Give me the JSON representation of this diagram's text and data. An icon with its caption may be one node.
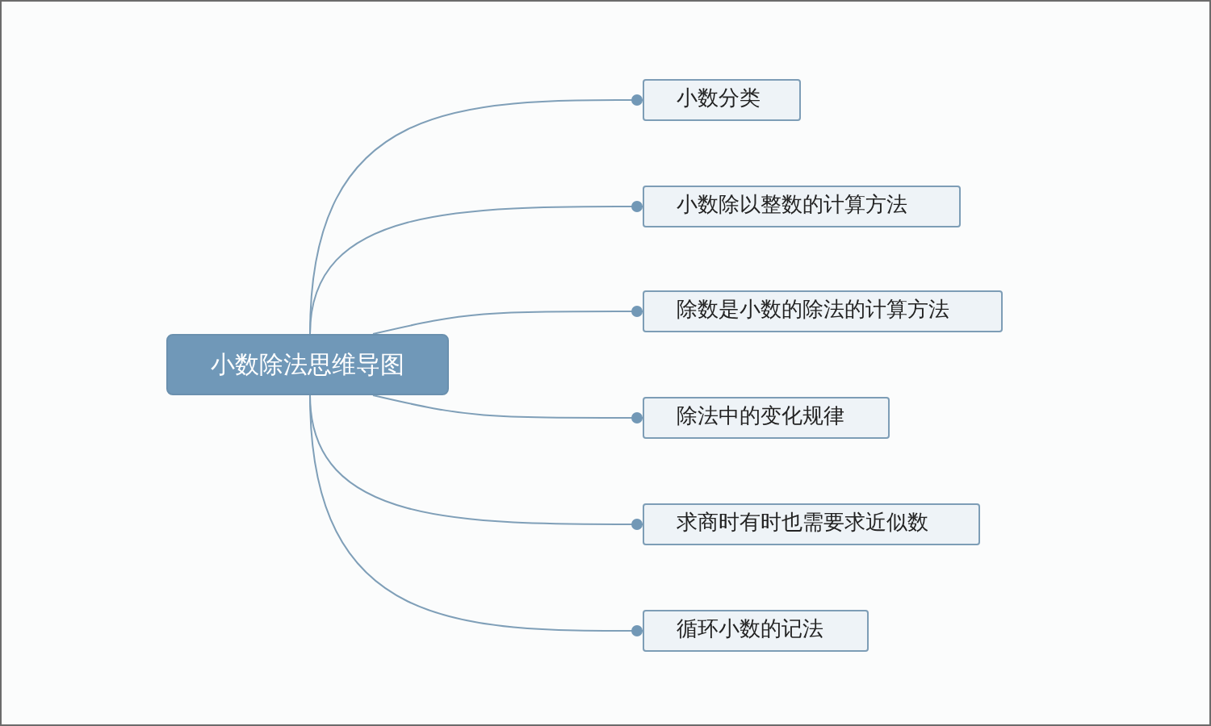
{
  "diagram": {
    "nodes": [
      {
        "text": [
          "小数除法思维导图"
        ]
      },
      {
        "text": [
          "小数分类"
        ]
      },
      {
        "text": [
          "小数除以整数的计算方法"
        ]
      },
      {
        "text": [
          "除数是小数的除法的计算方法"
        ]
      },
      {
        "text": [
          "除法中的变化规律"
        ]
      },
      {
        "text": [
          "求商时有时也需要求近似数"
        ]
      },
      {
        "text": [
          "循环小数的记法"
        ]
      }
    ],
    "edges": [
      {
        "from": 0,
        "to": 1,
        "arrow": "other"
      },
      {
        "from": 0,
        "to": 2,
        "arrow": "other"
      },
      {
        "from": 0,
        "to": 3,
        "arrow": "other"
      },
      {
        "from": 0,
        "to": 4,
        "arrow": "other"
      },
      {
        "from": 0,
        "to": 5,
        "arrow": "other"
      },
      {
        "from": 0,
        "to": 6,
        "arrow": "other"
      }
    ]
  }
}
